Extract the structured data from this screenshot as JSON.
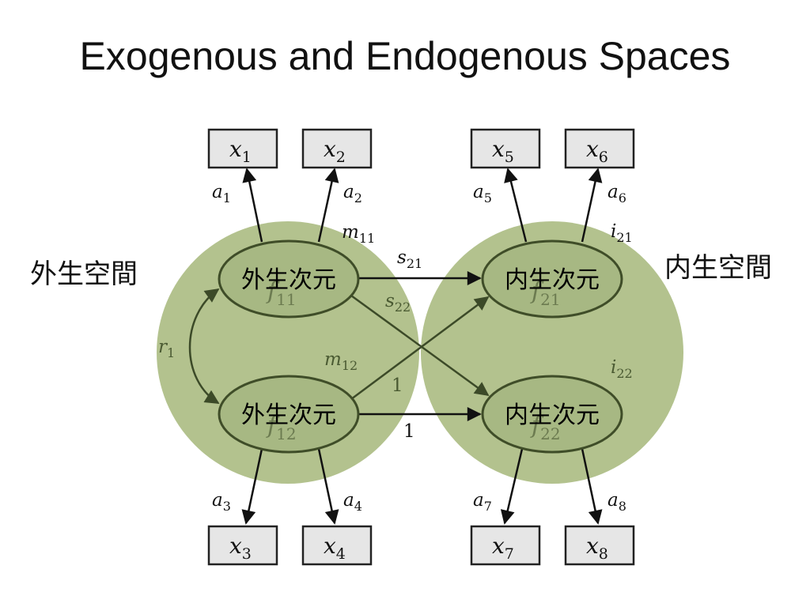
{
  "title": "Exogenous and Endogenous Spaces",
  "spaces": {
    "exogenous": "外生空間",
    "endogenous": "内生空間"
  },
  "factor_nodes": {
    "exo_top": "外生次元",
    "exo_bottom": "外生次元",
    "endo_top": "内生次元",
    "endo_bottom": "内生次元"
  },
  "factor_ghost_symbols": {
    "exo_top": {
      "main": "f",
      "sub": "11"
    },
    "exo_bottom": {
      "main": "f",
      "sub": "12"
    },
    "endo_top": {
      "main": "f",
      "sub": "21"
    },
    "endo_bottom": {
      "main": "f",
      "sub": "22"
    }
  },
  "observed_variables": [
    {
      "main": "x",
      "sub": "1"
    },
    {
      "main": "x",
      "sub": "2"
    },
    {
      "main": "x",
      "sub": "3"
    },
    {
      "main": "x",
      "sub": "4"
    },
    {
      "main": "x",
      "sub": "5"
    },
    {
      "main": "x",
      "sub": "6"
    },
    {
      "main": "x",
      "sub": "7"
    },
    {
      "main": "x",
      "sub": "8"
    }
  ],
  "loading_labels": [
    {
      "main": "a",
      "sub": "1"
    },
    {
      "main": "a",
      "sub": "2"
    },
    {
      "main": "a",
      "sub": "3"
    },
    {
      "main": "a",
      "sub": "4"
    },
    {
      "main": "a",
      "sub": "5"
    },
    {
      "main": "a",
      "sub": "6"
    },
    {
      "main": "a",
      "sub": "7"
    },
    {
      "main": "a",
      "sub": "8"
    }
  ],
  "path_labels": {
    "s21": {
      "main": "s",
      "sub": "21"
    },
    "s22": {
      "main": "s",
      "sub": "22"
    },
    "m11": {
      "main": "m",
      "sub": "11"
    },
    "m12": {
      "main": "m",
      "sub": "12"
    },
    "i21": {
      "main": "i",
      "sub": "21"
    },
    "i22": {
      "main": "i",
      "sub": "22"
    },
    "r1": {
      "main": "r",
      "sub": "1"
    },
    "one_cross": "1",
    "one_bottom": "1"
  },
  "colors": {
    "space_fill": "#b3c28e",
    "node_fill": "#a7b883",
    "node_stroke": "#3f4d28",
    "box_fill": "#e6e6e6",
    "arrow": "#111111"
  }
}
